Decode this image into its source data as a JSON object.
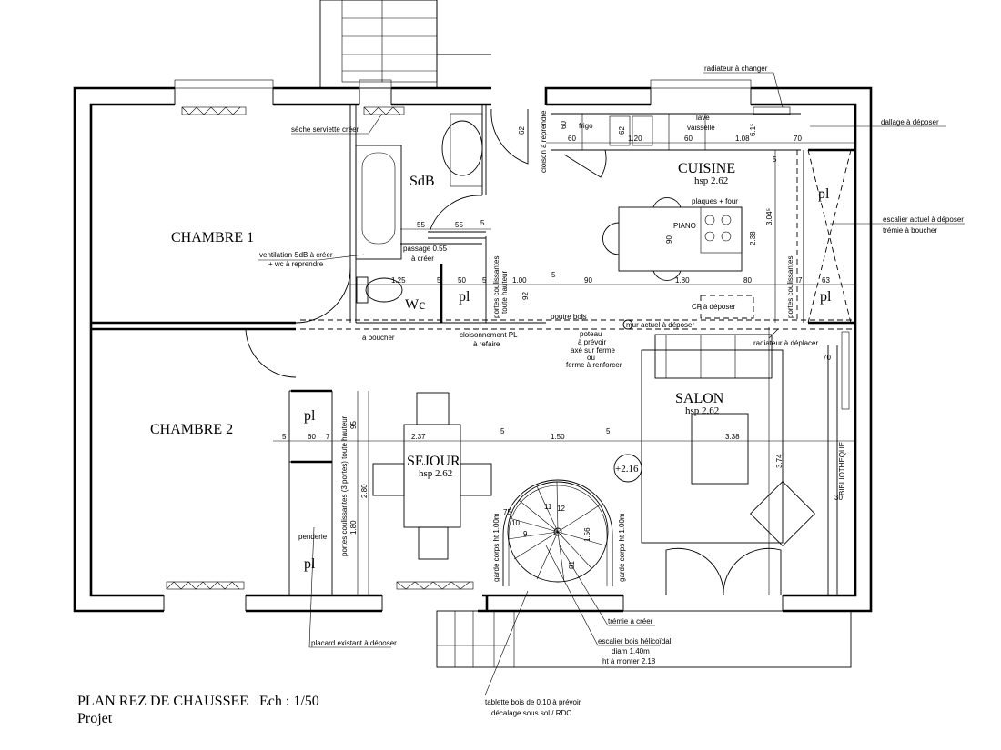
{
  "title": {
    "plan": "PLAN REZ DE CHAUSSEE   Ech : 1/50",
    "subtitle": "Projet"
  },
  "rooms": {
    "chambre1": "CHAMBRE 1",
    "chambre2": "CHAMBRE 2",
    "sdb": "SdB",
    "wc": "Wc",
    "cuisine": "CUISINE",
    "cuisine_hsp": "hsp 2.62",
    "salon": "SALON",
    "salon_hsp": "hsp 2.62",
    "sejour": "SEJOUR",
    "sejour_hsp": "hsp 2.62",
    "pl": "pl",
    "penderie": "penderie",
    "bibliotheque": "BIBLIOTHEQUE",
    "level": "+2.16",
    "piano": "PIANO",
    "plaques": "plaques + four",
    "frigo": "frigo",
    "lave": "lave",
    "vaisselle": "vaisselle"
  },
  "annotations": {
    "radiateur_changer": "radiateur à changer",
    "dallage": "dallage à déposer",
    "escalier_actuel": "escalier actuel à déposer",
    "tremie_boucher": "trémie à boucher",
    "seche_serviette": "sèche serviette créer",
    "ventilation": "ventilation SdB à créer",
    "wc_reprendre": "+ wc à reprendre",
    "passage": "passage 0.55",
    "a_creer": "à créer",
    "a_boucher": "à boucher",
    "cloisonnement": "cloisonnement PL",
    "a_refaire": "à refaire",
    "poutre": "poutre bois",
    "mur_actuel": "mur actuel à déposer",
    "poteau": [
      "poteau",
      "à prévoir",
      "axé sur ferme",
      "ou",
      "ferme à renforcer"
    ],
    "radiateur_deplacer": "radiateur à déplacer",
    "cf": "CF à déposer",
    "cloison": "cloison à reprendre",
    "portes_wc": [
      "portes coulissantes",
      "toute hauteur"
    ],
    "portes_cuisine": "portes coulissantes",
    "portes_chambre": "portes coulissantes (3 portes) toute hauteur",
    "garde_corps": "garde corps ht 1.00m",
    "tremie_creer": "trémie à créer",
    "escalier_bois": "escalier bois hélicoïdal",
    "diam": "diam 1.40m",
    "ht_monter": "ht à monter 2.18",
    "tablette": "tablette bois de 0.10 à prévoir",
    "decalage": "décalage sous sol / RDC",
    "placard": "placard existant à déposer"
  },
  "dims": [
    "62",
    "60",
    "60",
    "62",
    "1.20",
    "60",
    "1.08",
    "6.1⁵",
    "70",
    "5",
    "1.25",
    "5",
    "50",
    "5",
    "1.00",
    "5",
    "90",
    "1.80",
    "80",
    "7",
    "63",
    "92",
    "90",
    "3.04⁵",
    "2.38",
    "55",
    "55",
    "5",
    "5",
    "60",
    "7",
    "2.37",
    "5",
    "1.50",
    "5",
    "3.38",
    "95",
    "2.80",
    "1.80",
    "3.74",
    "70",
    "30",
    "75",
    "11",
    "12",
    "10",
    "9",
    "1.56",
    "81"
  ]
}
